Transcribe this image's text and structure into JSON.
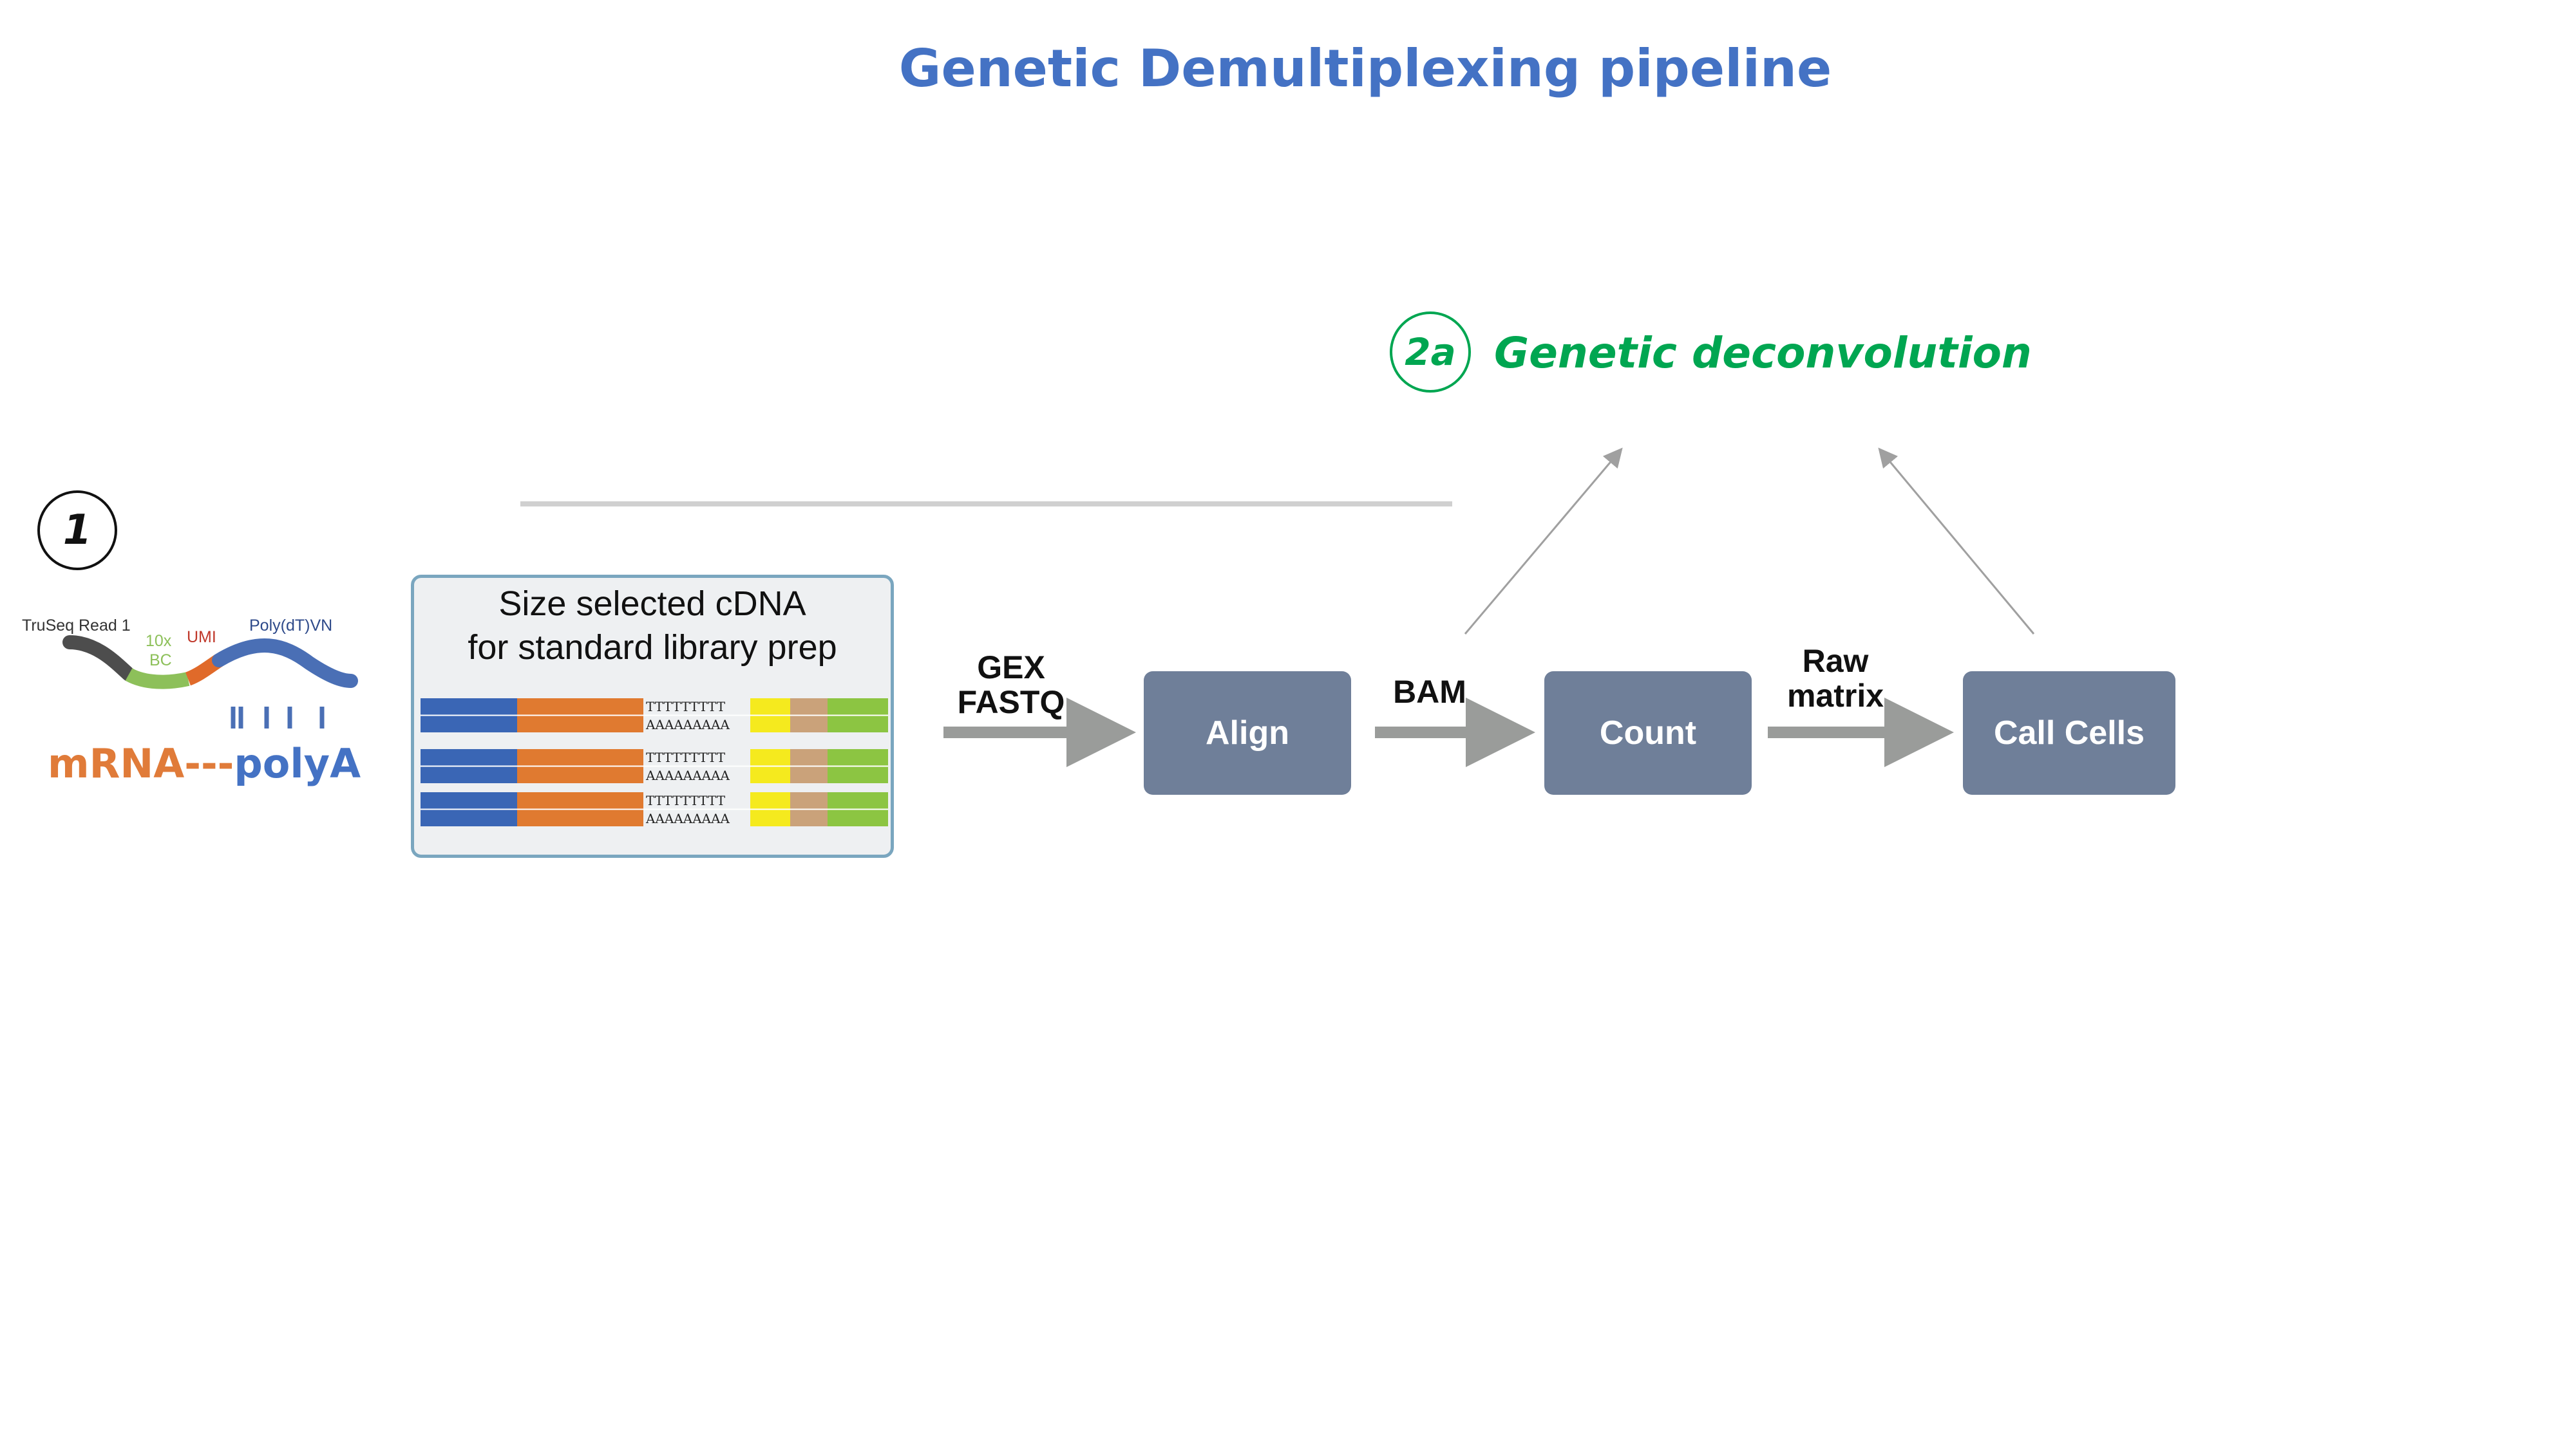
{
  "title": "Genetic Demultiplexing pipeline",
  "step1": {
    "badge": "1",
    "labels": {
      "truseq": "TruSeq Read 1",
      "bc1": "10x",
      "bc2": "BC",
      "umi": "UMI",
      "polydt": "Poly(dT)VN"
    },
    "mrna_part": "mRNA---",
    "polya_part": "polyA"
  },
  "cdna": {
    "title_line1": "Size selected cDNA",
    "title_line2": "for standard library prep",
    "seq_top": "TTTTTTTTT",
    "seq_bottom": "AAAAAAAAA"
  },
  "step2a": {
    "badge": "2a",
    "label": "Genetic deconvolution"
  },
  "pipeline": {
    "input_label": [
      "GEX",
      "FASTQ"
    ],
    "nodes": [
      "Align",
      "Count",
      "Call Cells"
    ],
    "edge1_label": [
      "BAM"
    ],
    "edge2_label": [
      "Raw",
      "matrix"
    ]
  },
  "colors": {
    "title": "#4472c4",
    "accent_green": "#00a651",
    "node_fill": "#6f7f99",
    "arrow": "#9a9c9a",
    "orange": "#e07b39",
    "blue": "#4472c4"
  }
}
